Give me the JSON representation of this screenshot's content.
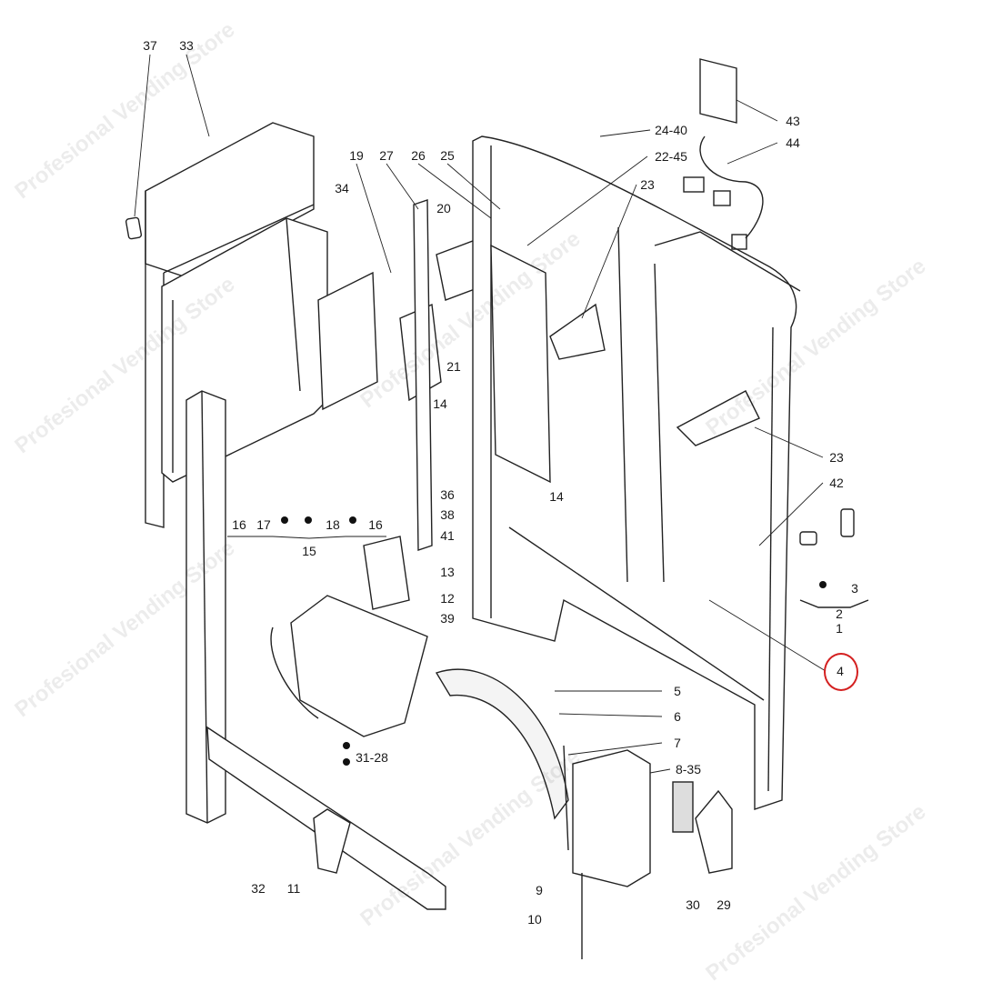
{
  "watermark": "Profesional Vending Store",
  "highlight_color": "#d42020",
  "highlighted_part": "4",
  "parts": {
    "p37": "37",
    "p33": "33",
    "p34": "34",
    "p19": "19",
    "p27": "27",
    "p26": "26",
    "p25": "25",
    "p20": "20",
    "p24_40": "24-40",
    "p22_45": "22-45",
    "p23a": "23",
    "p43": "43",
    "p44": "44",
    "p21": "21",
    "p14a": "14",
    "p36": "36",
    "p38": "38",
    "p41": "41",
    "p14b": "14",
    "p23b": "23",
    "p42": "42",
    "p16a": "16",
    "p17": "17",
    "p18": "18",
    "p16b": "16",
    "p15": "15",
    "p13": "13",
    "p12": "12",
    "p39": "39",
    "p3": "3",
    "p2": "2",
    "p1": "1",
    "p4": "4",
    "p5": "5",
    "p6": "6",
    "p7": "7",
    "p8_35": "8-35",
    "p31_28": "31-28",
    "p32": "32",
    "p11": "11",
    "p9": "9",
    "p10": "10",
    "p30": "30",
    "p29": "29"
  }
}
